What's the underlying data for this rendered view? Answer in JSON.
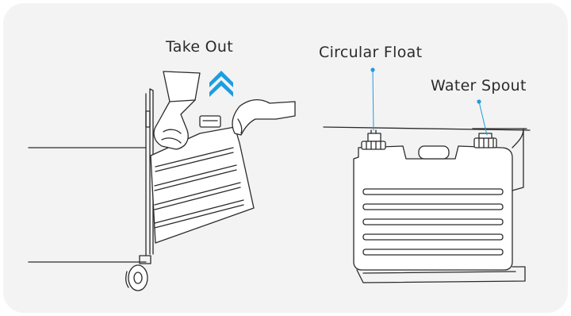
{
  "labels": {
    "take_out": "Take Out",
    "circular_float": "Circular Float",
    "water_spout": "Water Spout"
  },
  "colors": {
    "background": "#f3f3f3",
    "line": "#2b2b2b",
    "accent": "#1e9de0",
    "fill": "#ffffff"
  },
  "icons": {
    "arrow": "double-chevron-up-icon"
  }
}
